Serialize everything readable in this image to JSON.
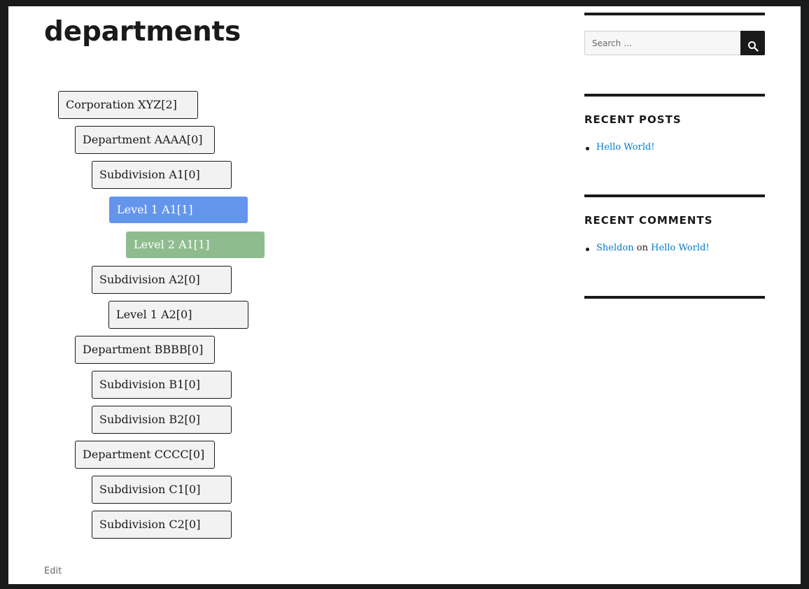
{
  "page": {
    "title": "departments",
    "edit_label": "Edit"
  },
  "tree": {
    "nodes": [
      {
        "label": "Corporation XYZ[2]",
        "level": 0
      },
      {
        "label": "Department AAAA[0]",
        "level": 1
      },
      {
        "label": "Subdivision A1[0]",
        "level": 2
      },
      {
        "label": "Level 1 A1[1]",
        "level": 3,
        "highlight": "blue"
      },
      {
        "label": "Level 2 A1[1]",
        "level": 4,
        "highlight": "green"
      },
      {
        "label": "Subdivision A2[0]",
        "level": 2
      },
      {
        "label": "Level 1 A2[0]",
        "level": 3
      },
      {
        "label": "Department BBBB[0]",
        "level": 1
      },
      {
        "label": "Subdivision B1[0]",
        "level": 2
      },
      {
        "label": "Subdivision B2[0]",
        "level": 2
      },
      {
        "label": "Department CCCC[0]",
        "level": 1
      },
      {
        "label": "Subdivision C1[0]",
        "level": 2
      },
      {
        "label": "Subdivision C2[0]",
        "level": 2
      }
    ],
    "colors": {
      "blue": "#6495ed",
      "green": "#8fbc8f",
      "default_bg": "#f2f2f2"
    }
  },
  "sidebar": {
    "search": {
      "placeholder": "Search …",
      "button_icon": "search-icon"
    },
    "recent_posts": {
      "title": "RECENT POSTS",
      "items": [
        {
          "label": "Hello World!"
        }
      ]
    },
    "recent_comments": {
      "title": "RECENT COMMENTS",
      "items": [
        {
          "author": "Sheldon",
          "connector": "on",
          "post": "Hello World!"
        }
      ]
    }
  },
  "colors": {
    "link": "#007acc",
    "text": "#1a1a1a"
  }
}
